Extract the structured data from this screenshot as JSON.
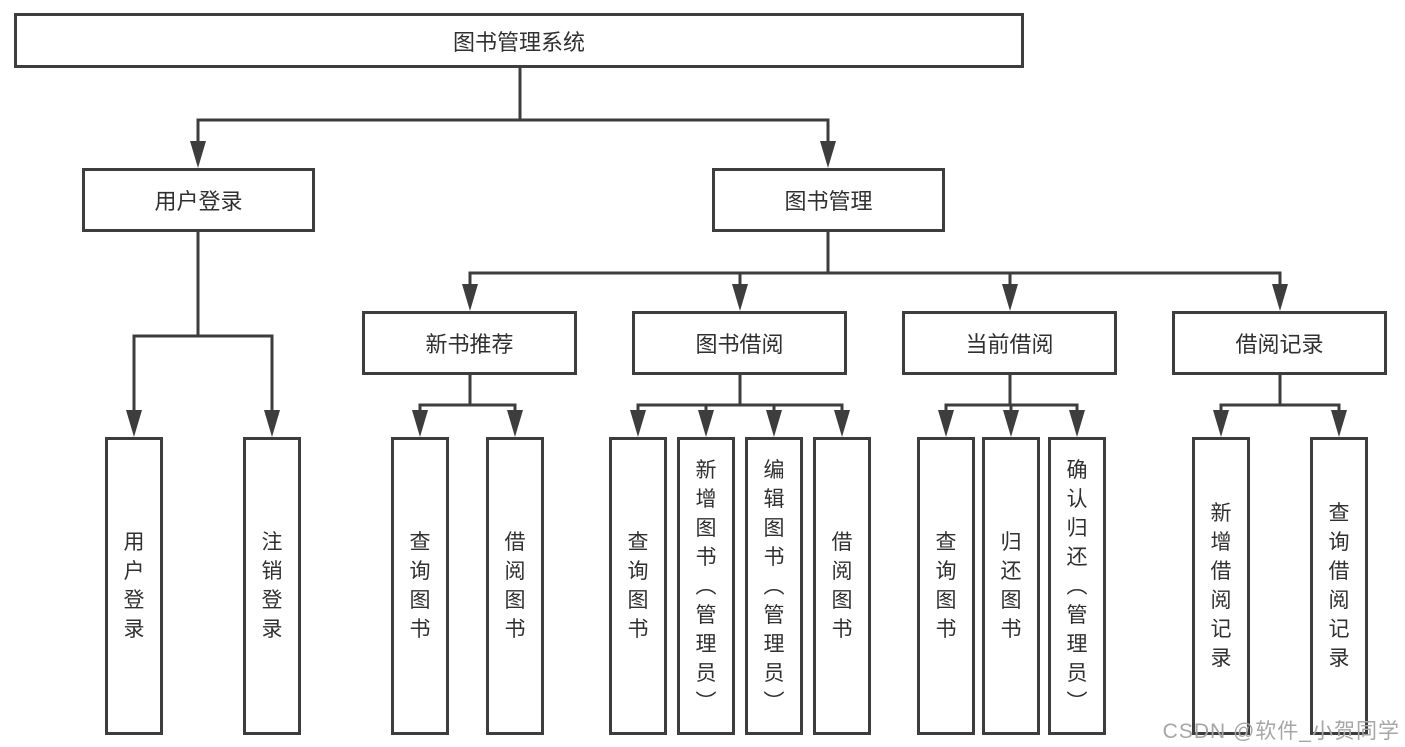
{
  "diagram_type": "feature-tree",
  "colors": {
    "line": "#3d3d3d",
    "box_border": "#3d3d3d",
    "text": "#303030",
    "background": "#ffffff",
    "watermark": "#a6a6a6"
  },
  "tree": {
    "label": "图书管理系统",
    "children": [
      {
        "label": "用户登录",
        "children": [
          {
            "label": "用户登录"
          },
          {
            "label": "注销登录"
          }
        ]
      },
      {
        "label": "图书管理",
        "children": [
          {
            "label": "新书推荐",
            "children": [
              {
                "label": "查询图书"
              },
              {
                "label": "借阅图书"
              }
            ]
          },
          {
            "label": "图书借阅",
            "children": [
              {
                "label": "查询图书"
              },
              {
                "label": "新增图书（管理员）"
              },
              {
                "label": "编辑图书（管理员）"
              },
              {
                "label": "借阅图书"
              }
            ]
          },
          {
            "label": "当前借阅",
            "children": [
              {
                "label": "查询图书"
              },
              {
                "label": "归还图书"
              },
              {
                "label": "确认归还（管理员）"
              }
            ]
          },
          {
            "label": "借阅记录",
            "children": [
              {
                "label": "新增借阅记录"
              },
              {
                "label": "查询借阅记录"
              }
            ]
          }
        ]
      }
    ]
  },
  "watermark": {
    "text": "CSDN @软件_小贺同学"
  }
}
